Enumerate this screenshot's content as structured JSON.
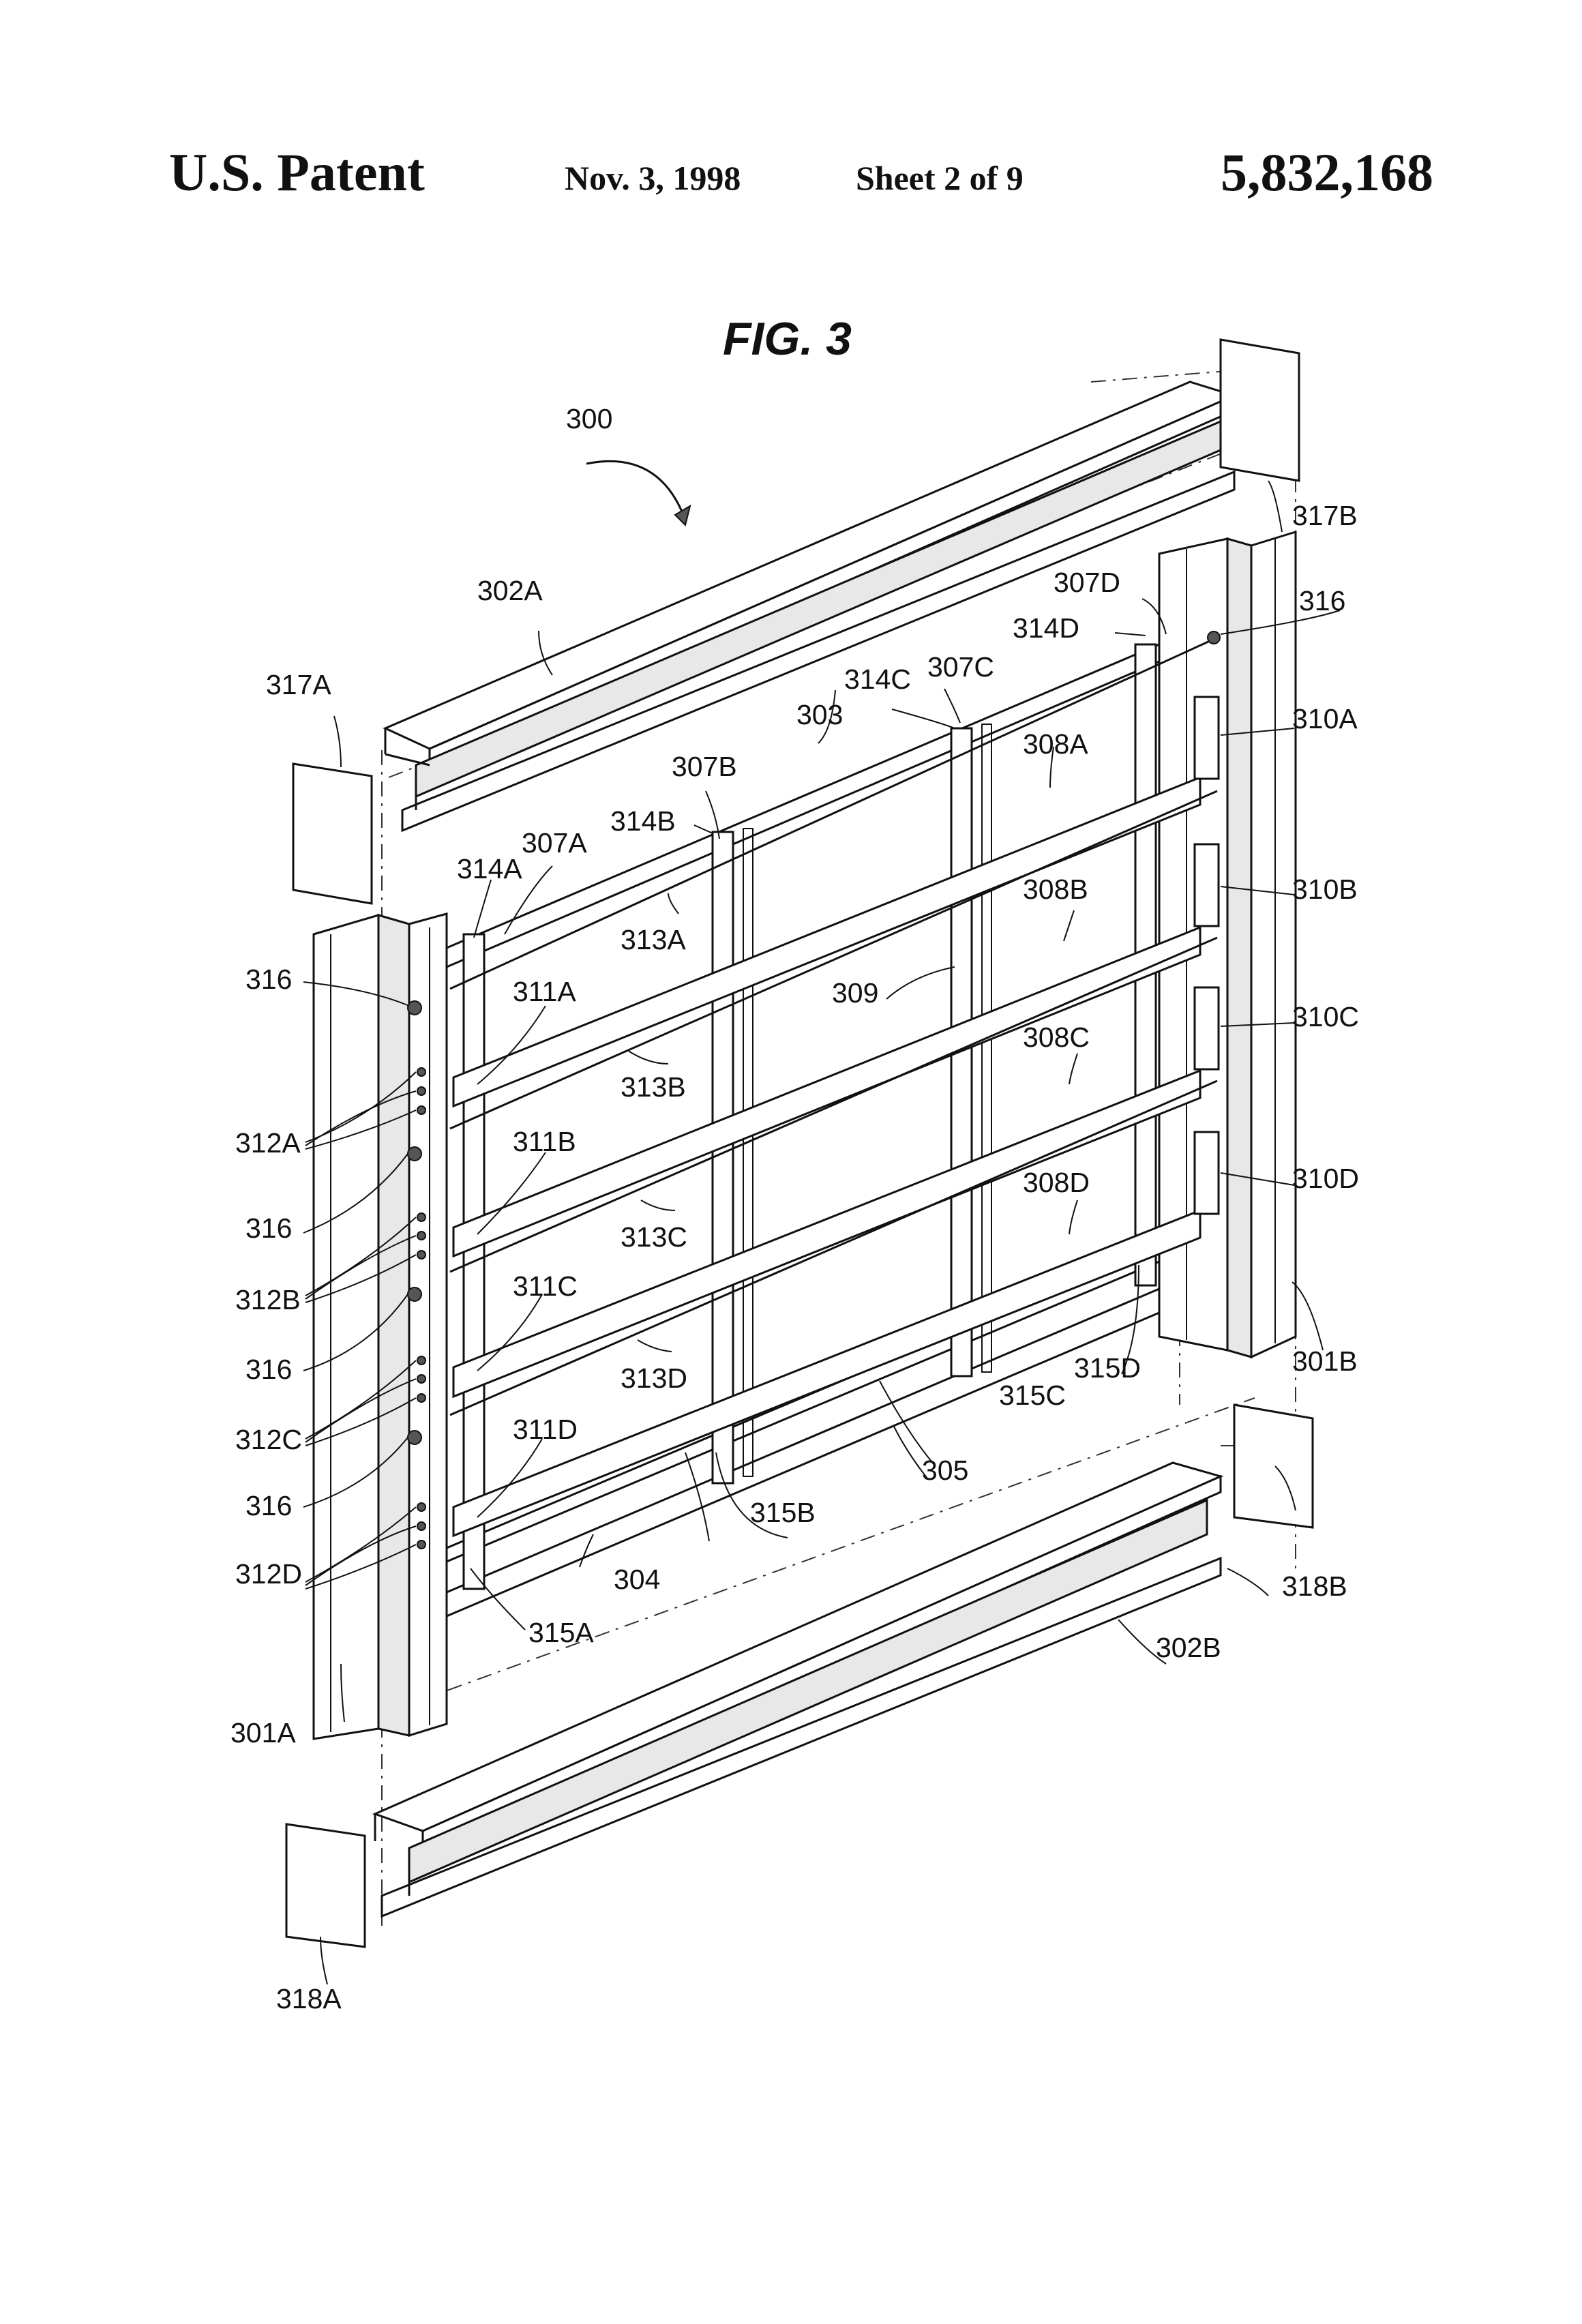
{
  "header": {
    "left": "U.S. Patent",
    "date": "Nov. 3, 1998",
    "sheet": "Sheet 2 of 9",
    "number": "5,832,168"
  },
  "figure": {
    "title": "FIG. 3",
    "labels": {
      "l300": "300",
      "l302A": "302A",
      "l302B": "302B",
      "l317A": "317A",
      "l317B": "317B",
      "l318A": "318A",
      "l318B": "318B",
      "l301A": "301A",
      "l301B": "301B",
      "l303": "303",
      "l304": "304",
      "l305": "305",
      "l307A": "307A",
      "l307B": "307B",
      "l307C": "307C",
      "l307D": "307D",
      "l314A": "314A",
      "l314B": "314B",
      "l314C": "314C",
      "l314D": "314D",
      "l308A": "308A",
      "l308B": "308B",
      "l308C": "308C",
      "l308D": "308D",
      "l309": "309",
      "l310A": "310A",
      "l310B": "310B",
      "l310C": "310C",
      "l310D": "310D",
      "l311A": "311A",
      "l311B": "311B",
      "l311C": "311C",
      "l311D": "311D",
      "l312A": "312A",
      "l312B": "312B",
      "l312C": "312C",
      "l312D": "312D",
      "l313A": "313A",
      "l313B": "313B",
      "l313C": "313C",
      "l313D": "313D",
      "l315A": "315A",
      "l315B": "315B",
      "l315C": "315C",
      "l315D": "315D",
      "l316a": "316",
      "l316b": "316",
      "l316c": "316",
      "l316d": "316",
      "l316e": "316"
    }
  }
}
